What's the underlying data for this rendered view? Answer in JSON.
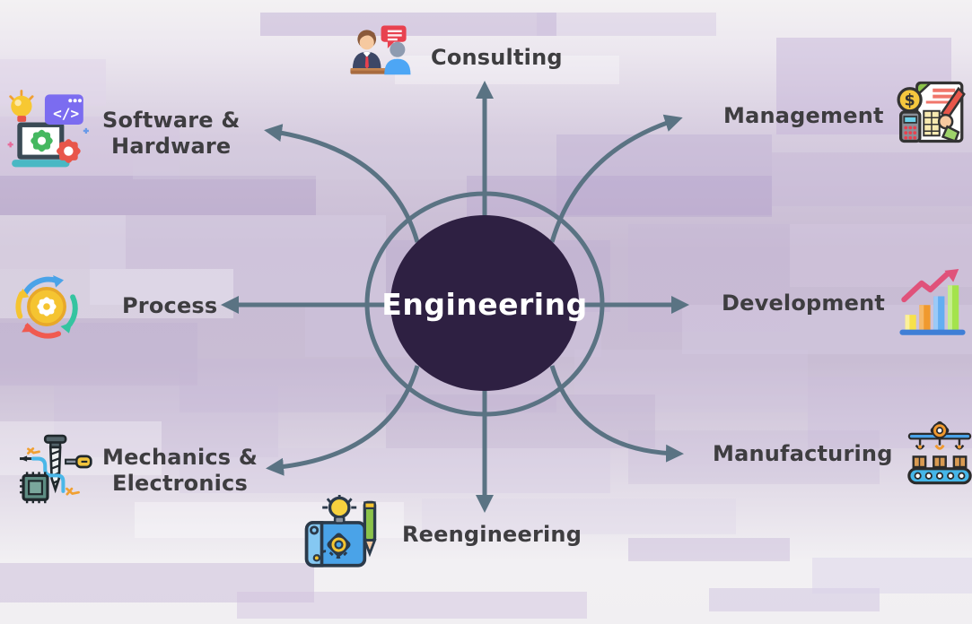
{
  "title": "Engineering mind map",
  "center": {
    "label": "Engineering"
  },
  "colors": {
    "connector": "#5a7383",
    "center_fill": "#2e2042",
    "center_text": "#ffffff",
    "label_text": "#3e3d40"
  },
  "nodes": [
    {
      "id": "consulting",
      "label": "Consulting",
      "lines": [
        "Consulting"
      ],
      "icon": "consulting-people-icon",
      "position": "top"
    },
    {
      "id": "management",
      "label": "Management",
      "lines": [
        "Management"
      ],
      "icon": "finance-document-icon",
      "position": "top-right"
    },
    {
      "id": "development",
      "label": "Development",
      "lines": [
        "Development"
      ],
      "icon": "growth-chart-icon",
      "position": "right"
    },
    {
      "id": "manufacturing",
      "label": "Manufacturing",
      "lines": [
        "Manufacturing"
      ],
      "icon": "conveyor-belt-icon",
      "position": "bottom-right"
    },
    {
      "id": "reengineering",
      "label": "Reengineering",
      "lines": [
        "Reengineering"
      ],
      "icon": "blueprint-idea-icon",
      "position": "bottom"
    },
    {
      "id": "mechanics_electronics",
      "label": "Mechanics & Electronics",
      "lines": [
        "Mechanics &",
        "Electronics"
      ],
      "icon": "screw-chip-tools-icon",
      "position": "bottom-left"
    },
    {
      "id": "process",
      "label": "Process",
      "lines": [
        "Process"
      ],
      "icon": "process-cycle-gear-icon",
      "position": "left"
    },
    {
      "id": "software_hardware",
      "label": "Software & Hardware",
      "lines": [
        "Software &",
        "Hardware"
      ],
      "icon": "laptop-code-gear-icon",
      "position": "top-left"
    }
  ]
}
